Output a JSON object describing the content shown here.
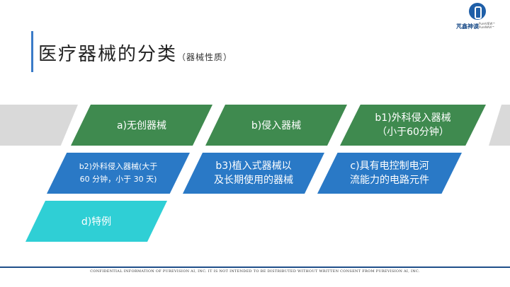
{
  "header": {
    "title": "医疗器械的分类",
    "subtitle": "（器械性质）"
  },
  "logo": {
    "name": "芃鑫神谟",
    "lines": [
      "PureVIEW™",
      "PureNAVI™"
    ]
  },
  "boxes": {
    "a": {
      "line1": "a)无创器械"
    },
    "b": {
      "line1": "b)侵入器械"
    },
    "b1": {
      "line1": "b1)外科侵入器械",
      "line2": "（小于60分钟）"
    },
    "b2": {
      "line1": "b2)外科侵入器械(大于",
      "line2": "60 分钟，小于 30 天)"
    },
    "b3": {
      "line1": "b3)植入式器械以",
      "line2": "及长期使用的器械"
    },
    "c": {
      "line1": "c)具有电控制电河",
      "line2": "流能力的电路元件"
    },
    "d": {
      "line1": "d)特例"
    }
  },
  "colors": {
    "green": "#3f8a4f",
    "blue": "#2a79c6",
    "cyan": "#2fcfd5",
    "accent": "#3a7bc8"
  },
  "footer": {
    "text": "CONFIDENTIAL INFORMATION OF PUREVISION AI, INC. IT IS NOT INTENDED TO BE DISTRIBUTED WITHOUT WRITTEN CONSENT FROM PUREVISION AI, INC."
  }
}
